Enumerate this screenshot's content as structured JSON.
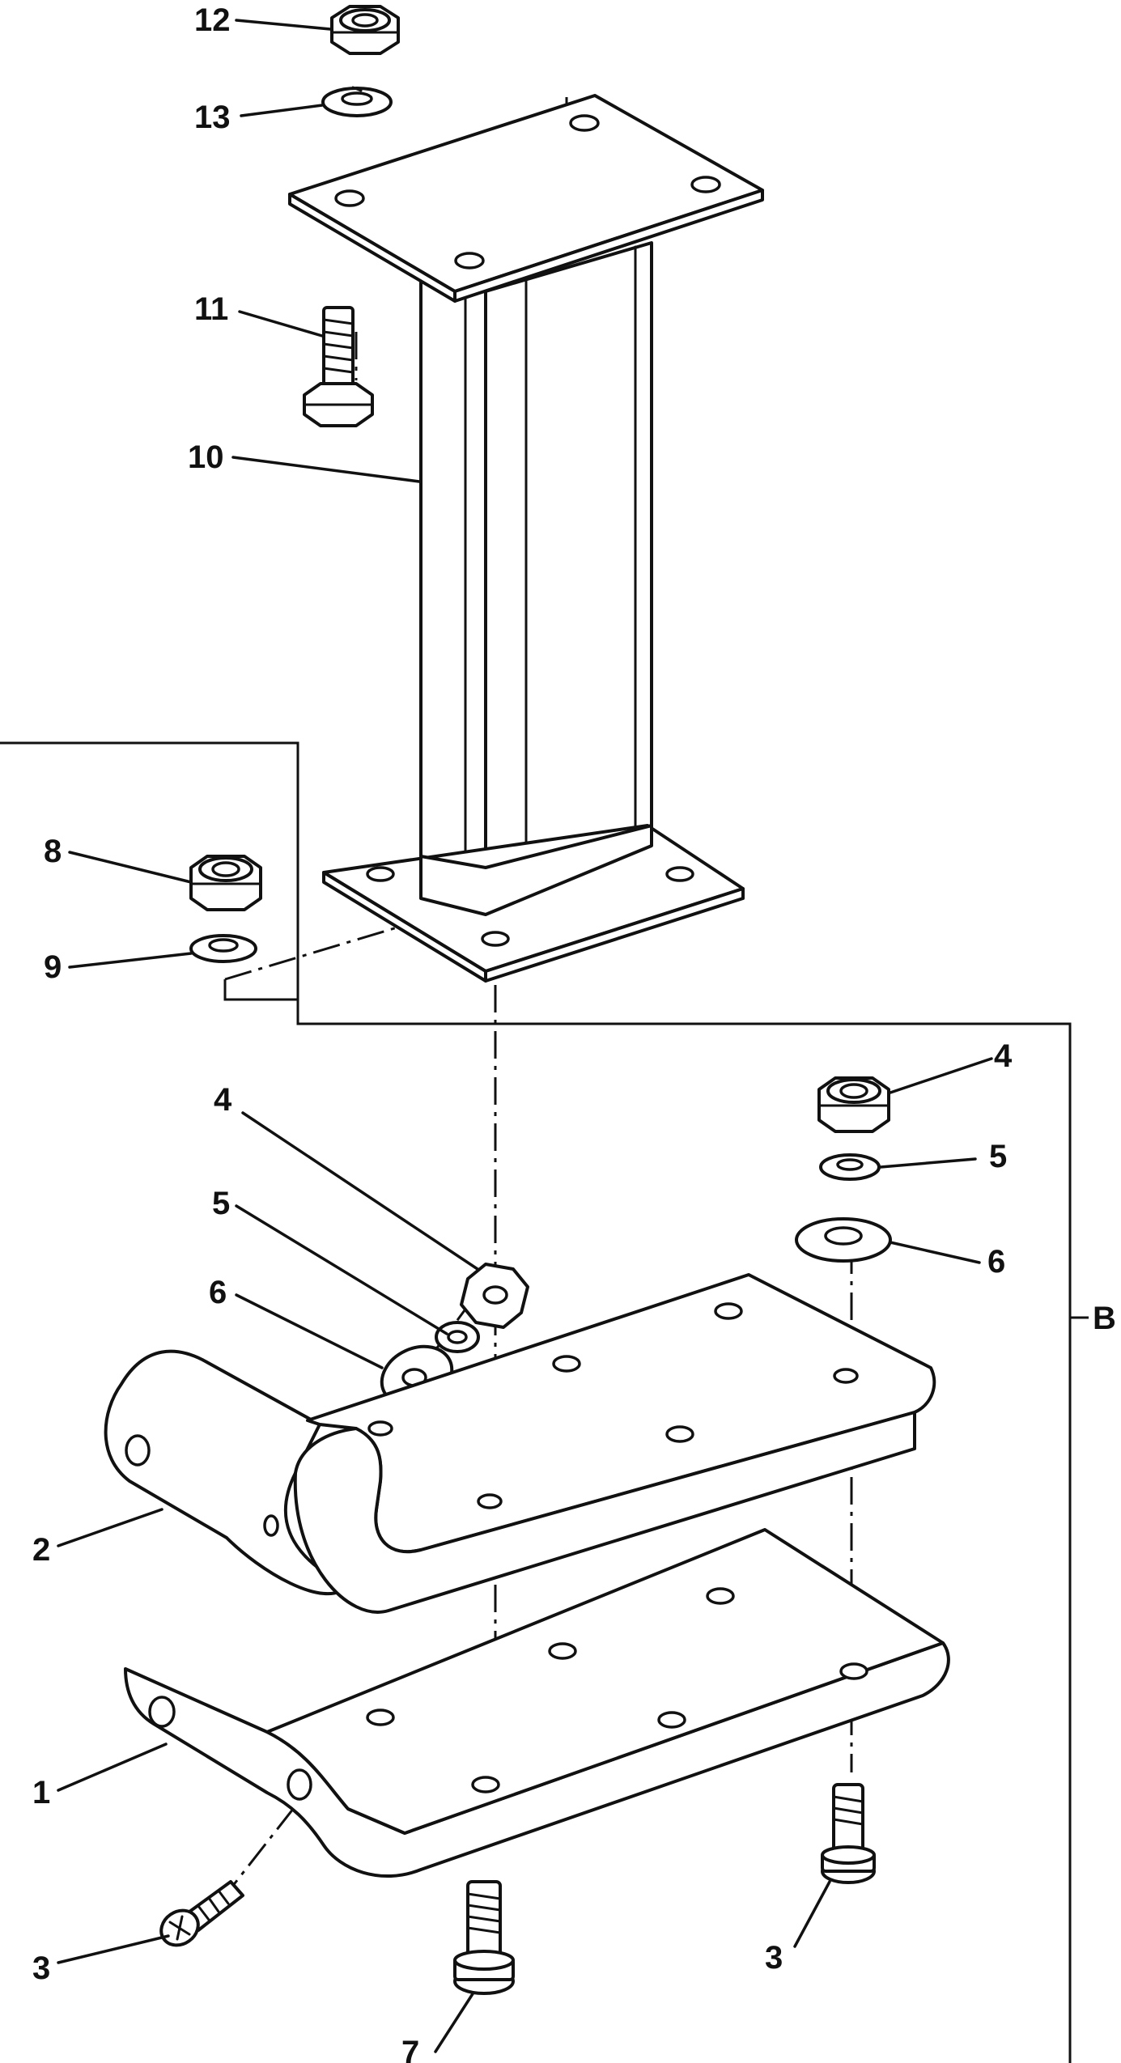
{
  "figure": {
    "callouts": {
      "c12": "12",
      "c13": "13",
      "c11": "11",
      "c10": "10",
      "c8": "8",
      "c9": "9",
      "c4_center": "4",
      "c5_center": "5",
      "c6_center": "6",
      "c4_right": "4",
      "c5_right": "5",
      "c6_right": "6",
      "c2": "2",
      "c1": "1",
      "c3_left": "3",
      "c3_right": "3",
      "c7": "7",
      "frame_label": "B"
    }
  }
}
